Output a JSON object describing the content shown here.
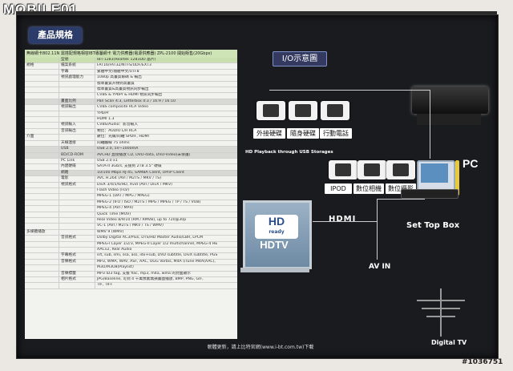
{
  "watermark": {
    "brand": "MOBILE01"
  },
  "box": {
    "tab_label": "產品規格",
    "io_title": "I/O示意圖",
    "spec_top": "無線網卡802.11N 需搭配規格相容IBT專屬網卡  電力供應器(電源供應器) ZPL-2100  開始販售(20Gbps)",
    "spec_rows": [
      {
        "cat": "",
        "key": "型號",
        "val": "IBT-1283(Realtek 1283DD 晶片)",
        "hl": true
      },
      {
        "cat": "規格",
        "key": "檔案系統",
        "val": "FAT16/FAT32/NTFS/UDF/EXT3"
      },
      {
        "cat": "",
        "key": "字幕",
        "val": "繁體中文/簡體中文/UTF8"
      },
      {
        "cat": "",
        "key": "視訊處理能力",
        "val": "1080p 高畫質解碼 & 輸出"
      },
      {
        "cat": "",
        "key": "",
        "val": "標準畫質升頻到高畫質"
      },
      {
        "cat": "",
        "key": "",
        "val": "標準畫質&高畫質視訊同步輸出"
      },
      {
        "cat": "",
        "key": "",
        "val": "CVBS & YPbPr & HDMI 視訊同步輸出"
      },
      {
        "cat": "",
        "key": "畫面比例",
        "val": "Pan Scan 4:3, Letterbox 4:3 / 16:9 / 16:10",
        "grey": true
      },
      {
        "cat": "",
        "key": "視訊輸出",
        "val": "CVBS composite RCA Video"
      },
      {
        "cat": "",
        "key": "",
        "val": "YPb/Pr"
      },
      {
        "cat": "",
        "key": "",
        "val": "HDMI 1.3"
      },
      {
        "cat": "",
        "key": "視訊輸入",
        "val": "CVBS/Audio：影音輸入"
      },
      {
        "cat": "",
        "key": "音訊輸出",
        "val": "類比：AUDIO L/R RCA"
      },
      {
        "cat": "介面",
        "key": "",
        "val": "數位：光纖/同軸 SPDIF, HDMI"
      },
      {
        "cat": "",
        "key": "天線連接",
        "val": "同軸纜線 75 ohms"
      },
      {
        "cat": "",
        "key": "USB",
        "val": "USB 2.0, 5V~1000mA",
        "grey": true
      },
      {
        "cat": "",
        "key": "BD/CD-ROM",
        "val": "AVCHD 直接播放 CD, DVD-data, DVD-Video(未保護)",
        "grey": true
      },
      {
        "cat": "",
        "key": "PC Link",
        "val": "USB 2.0 x1"
      },
      {
        "cat": "",
        "key": "內建硬碟",
        "val": "SATA-II 3Gb/s, 支援到 2TB 3.5\" 硬碟"
      },
      {
        "cat": "",
        "key": "網路",
        "val": "10/100 Mbps RJ-45, SAMBA Client, UPnP Client",
        "grey": true
      },
      {
        "cat": "",
        "key": "電影",
        "val": "AVC H.264 (AVI / M2TS / MKV / TS)"
      },
      {
        "cat": "",
        "key": "視訊格式",
        "val": "DivX 3/4/5/6/HD, Xvid (AVI / DivX / MKV)"
      },
      {
        "cat": "",
        "key": "",
        "val": "Flash Video (FLV)"
      },
      {
        "cat": "",
        "key": "",
        "val": "MPEG-1 (DAT / MPG / MPEG)"
      },
      {
        "cat": "",
        "key": "",
        "val": "MPEG-2 (IFO / ISO / M2TS / MPG / MPEG / TP / TS / VOB)"
      },
      {
        "cat": "",
        "key": "",
        "val": "MPEG-4 (AVI / MP4)"
      },
      {
        "cat": "",
        "key": "",
        "val": "Quick Time (MOV)"
      },
      {
        "cat": "",
        "key": "",
        "val": "Real Video 8/9/10 (RM / RMVB), up to 720@30p"
      },
      {
        "cat": "",
        "key": "",
        "val": "VC-1 (AVI / M2TS / MKV / TS / WMV)"
      },
      {
        "cat": "多媒體播放",
        "key": "",
        "val": "WMV 9 (WMV)"
      },
      {
        "cat": "",
        "key": "音訊格式",
        "val": "Dolby Digital AC3/Plus, DTS/HD Master Audio/LBR, LPCM"
      },
      {
        "cat": "",
        "key": "",
        "val": "MPEG-I Layer 1/2/3, MPEG-II Layer 1/2 multichannel, MPEG-4 HE"
      },
      {
        "cat": "",
        "key": "",
        "val": "AACv2, Real Audio"
      },
      {
        "cat": "",
        "key": "字幕格式",
        "val": "srt, sub, smi, ssa, ass, idx+sub, DVD subtitle, DivX subtitle, PGS"
      },
      {
        "cat": "",
        "key": "音樂格式",
        "val": "MP3, WMA, WAV, ASF, AAC, OGG Vorbis, M4A (iTune M4A(AAC),"
      },
      {
        "cat": "",
        "key": "",
        "val": "M3U/M3U8(Playlist)"
      },
      {
        "cat": "",
        "key": "音樂標籤",
        "val": "MP3 ID3 tag, 支援 flac, mp3, m4a, wma 的封面顯示"
      },
      {
        "cat": "",
        "key": "相片格式",
        "val": "JPG/Baseline, 可到 4 千萬像素無損畫面播放, BMP, PNG, GIF,"
      },
      {
        "cat": "",
        "key": "",
        "val": "TIF, TIFF"
      }
    ],
    "devices_top": [
      {
        "label": "外接硬碟"
      },
      {
        "label": "隨身硬碟"
      },
      {
        "label": "行動電話"
      }
    ],
    "devices_mid": [
      {
        "label": "IPOD"
      },
      {
        "label": "數位相機"
      },
      {
        "label": "數位攝影"
      }
    ],
    "usb_caption": "HD Playback through USB Storages",
    "pc_label": "PC",
    "hd_logo": "HD",
    "hd_ready": "ready",
    "hdtv_label": "HDTV",
    "hdmi_label": "HDMI",
    "stb_label": "Set Top Box",
    "avin_label": "AV IN",
    "dtv_label": "Digital TV",
    "footer": "韌體更新，請上比特官網(www.i-bt.com.tw)下載"
  },
  "copyright": "#1036751"
}
